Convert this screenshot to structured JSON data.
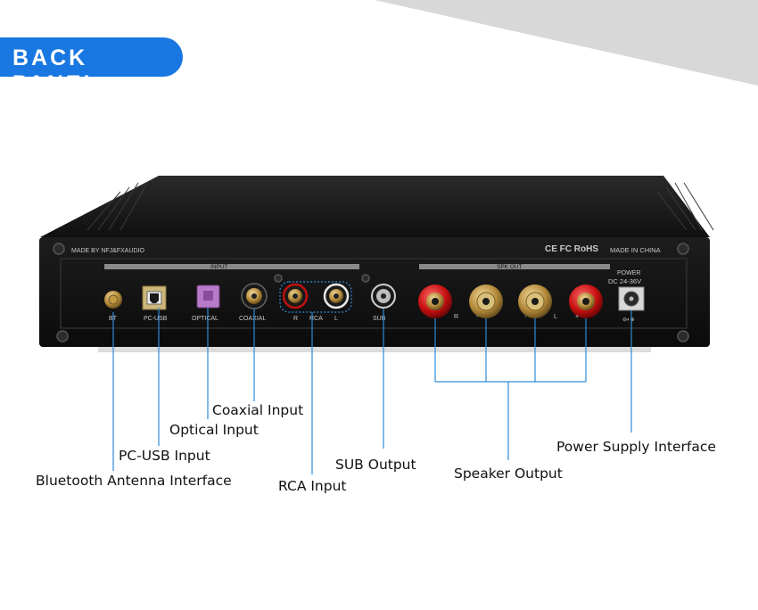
{
  "badge": {
    "text": "BACK PANEL"
  },
  "panel": {
    "maker": "MADE BY NFJ&FXAUDIO",
    "certs": "CE FC RoHS",
    "origin": "MADE IN CHINA",
    "input_header": "INPUT",
    "output_header": "SPK OUT",
    "power_title": "POWER",
    "power_spec": "DC 24-36V",
    "port_bt": "BT",
    "port_usb": "PC-USB",
    "port_optical": "OPTICAL",
    "port_coaxial": "COAXIAL",
    "port_r": "R",
    "port_rca": "RCA",
    "port_l": "L",
    "port_sub": "SUB",
    "spk_r": "R",
    "spk_l": "L",
    "spk_minus": "-",
    "spk_plus": "+"
  },
  "callouts": {
    "coaxial": "Coaxial Input",
    "optical": "Optical Input",
    "pc_usb": "PC-USB Input",
    "bluetooth": "Bluetooth Antenna Interface",
    "rca": "RCA Input",
    "sub": "SUB Output",
    "speaker": "Speaker Output",
    "power": "Power Supply Interface"
  },
  "colors": {
    "accent": "#1877e0",
    "leader": "#2f8ad8",
    "chassis": "#121212"
  }
}
